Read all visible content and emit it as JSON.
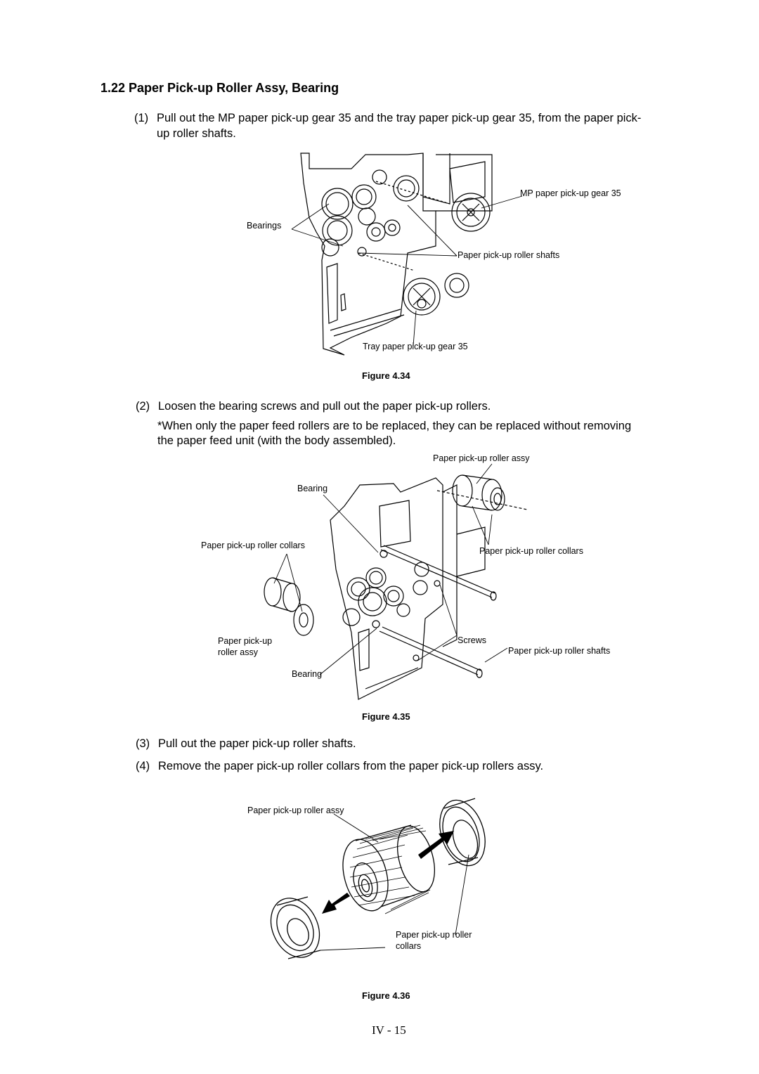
{
  "section": {
    "number": "1.22",
    "title": "Paper Pick-up Roller Assy, Bearing"
  },
  "steps": [
    {
      "num": "(1)",
      "line1": "Pull out the MP paper pick-up gear 35 and the tray paper pick-up gear 35, from the paper pick-",
      "line2": "up roller shafts."
    },
    {
      "num": "(2)",
      "text": "Loosen the bearing screws and pull out the paper pick-up rollers."
    },
    {
      "num": "(3)",
      "text": "Pull out the paper pick-up roller shafts."
    },
    {
      "num": "(4)",
      "text": "Remove the paper pick-up roller collars from the paper pick-up rollers assy."
    }
  ],
  "note": {
    "line1": "*When only the paper feed rollers are to be replaced, they can be replaced without removing",
    "line2": "the paper feed unit (with the body assembled)."
  },
  "figures": [
    {
      "caption": "Figure 4.34",
      "labels": {
        "mp_gear": "MP paper pick-up gear 35",
        "bearings": "Bearings",
        "shafts": "Paper pick-up roller shafts",
        "tray_gear": "Tray paper pick-up gear 35"
      }
    },
    {
      "caption": "Figure 4.35",
      "labels": {
        "roller_assy_top": "Paper pick-up roller assy",
        "bearing_top": "Bearing",
        "collars_left": "Paper pick-up roller collars",
        "collars_right": "Paper pick-up roller collars",
        "roller_assy_left_1": "Paper pick-up",
        "roller_assy_left_2": "roller assy",
        "screws": "Screws",
        "shafts": "Paper pick-up roller shafts",
        "bearing_bottom": "Bearing"
      }
    },
    {
      "caption": "Figure 4.36",
      "labels": {
        "roller_assy": "Paper pick-up roller assy",
        "collars_1": "Paper pick-up roller",
        "collars_2": "collars"
      }
    }
  ],
  "page_number": "IV - 15"
}
